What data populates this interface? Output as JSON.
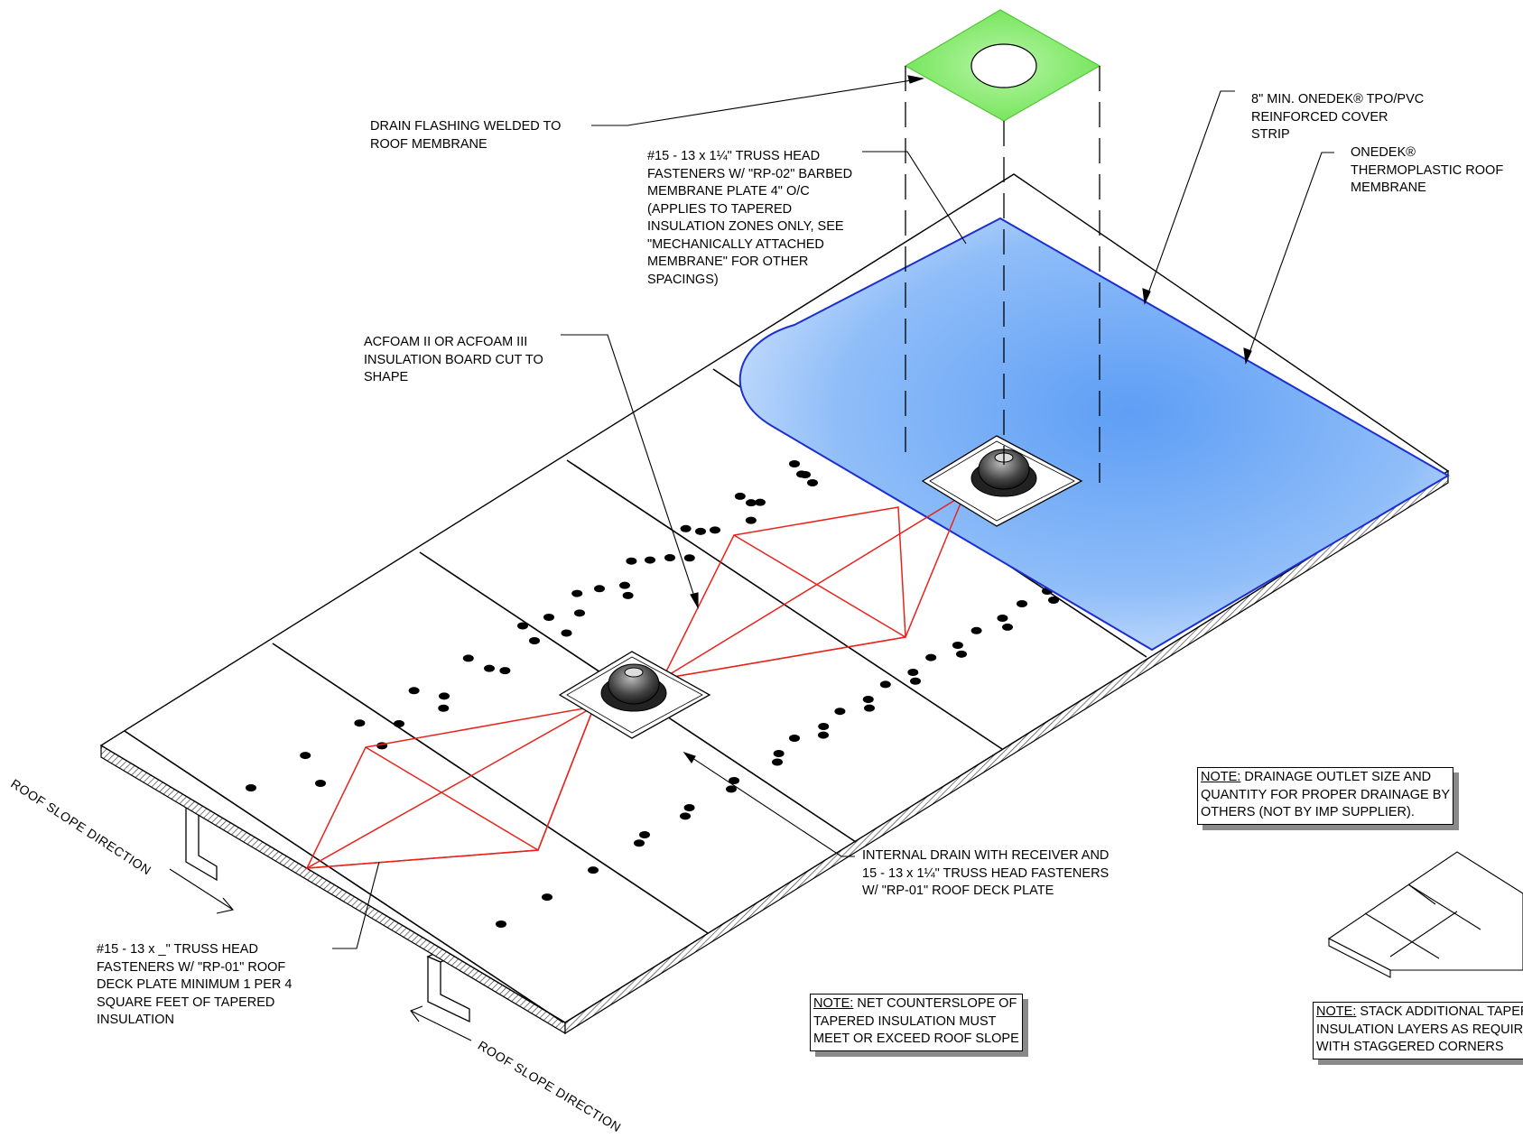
{
  "labels": {
    "drain_flashing": "DRAIN FLASHING WELDED TO\nROOF MEMBRANE",
    "truss_fasteners_rp02": "#15 - 13 x 1¼\" TRUSS HEAD\nFASTENERS W/ \"RP-02\" BARBED\nMEMBRANE PLATE 4\" O/C\n(APPLIES TO TAPERED\nINSULATION ZONES ONLY, SEE\n\"MECHANICALLY ATTACHED\nMEMBRANE\" FOR OTHER\nSPACINGS)",
    "cover_strip": "8\" MIN. ONEDEK® TPO/PVC\nREINFORCED COVER\nSTRIP",
    "roof_membrane": "ONEDEK®\nTHERMOPLASTIC ROOF\nMEMBRANE",
    "acfoam": "ACFOAM II OR ACFOAM III\nINSULATION BOARD CUT TO\nSHAPE",
    "internal_drain": "INTERNAL DRAIN WITH RECEIVER AND\n15 - 13 x 1¼\" TRUSS HEAD FASTENERS\nW/ \"RP-01\" ROOF DECK PLATE",
    "truss_fasteners_rp01": "#15 - 13 x _\" TRUSS HEAD\nFASTENERS W/ \"RP-01\" ROOF\nDECK PLATE MINIMUM 1 PER 4\nSQUARE FEET OF TAPERED\nINSULATION",
    "slope_direction_1": "ROOF SLOPE DIRECTION",
    "slope_direction_2": "ROOF SLOPE DIRECTION"
  },
  "notes": {
    "drainage": {
      "prefix": "NOTE:",
      "text": " DRAINAGE OUTLET SIZE AND\nQUANTITY FOR PROPER DRAINAGE BY\nOTHERS (NOT BY IMP SUPPLIER)."
    },
    "counterslope": {
      "prefix": "NOTE:",
      "text": " NET COUNTERSLOPE OF\nTAPERED INSULATION MUST\nMEET OR EXCEED ROOF SLOPE"
    },
    "stack_layers": {
      "prefix": "NOTE:",
      "text": " STACK ADDITIONAL TAPERED\nINSULATION LAYERS AS REQUIRED\nWITH STAGGERED CORNERS"
    }
  },
  "colors": {
    "membrane": "#6aa8f6",
    "membrane_edge": "#1b2fd0",
    "flashing": "#66e64a",
    "cricket": "#e8231c",
    "line": "#000000",
    "note_shadow": "#8a8a8a"
  }
}
